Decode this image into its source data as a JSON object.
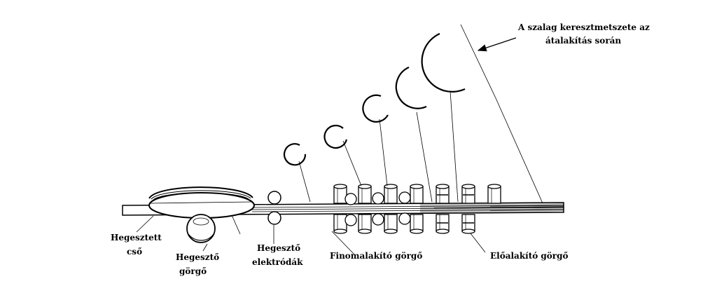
{
  "labels": {
    "cross_section_line1": "A szalag keresztmetszete az",
    "cross_section_line2": "átalakítás során",
    "welded_tube_line1": "Hegesztett",
    "welded_tube_line2": "cső",
    "welding_roll_line1": "Hegesztő",
    "welding_roll_line2": "görgő",
    "welding_electrodes_line1": "Hegesztő",
    "welding_electrodes_line2": "elektródák",
    "fine_forming_roll": "Finomalakító görgő",
    "pre_forming_roll": "Előalakító görgő"
  },
  "colors": {
    "ink": "#000000",
    "paper": "#ffffff"
  }
}
